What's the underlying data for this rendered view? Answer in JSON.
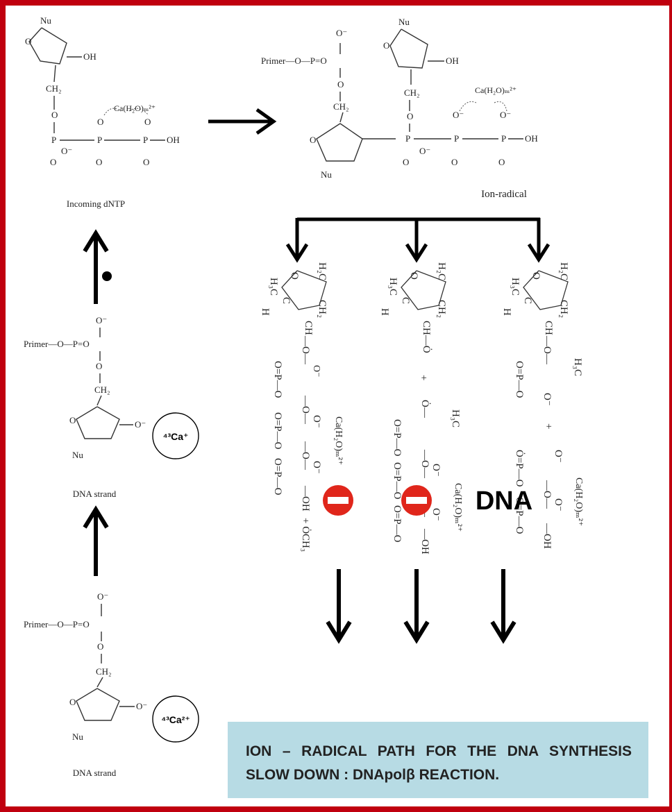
{
  "labels": {
    "incoming": "Incoming dNTP",
    "ion_radical": "Ion-radical",
    "dna_strand_mid": "DNA strand",
    "dna_strand_bottom": "DNA strand",
    "dna_result": "DNA"
  },
  "chem": {
    "nu": "Nu",
    "oh": "OH",
    "ch2": "CH₂",
    "ca_complex": "Ca(H₂O)ₘ²⁺",
    "primer_group": "Primer—O—P=O",
    "o_minus": "O⁻",
    "o": "O",
    "p": "P",
    "h3c": "H₃C",
    "h2c": "H₂C",
    "ch": "CH",
    "h": "H",
    "c": "C",
    "och3": "+ ȮCH₃",
    "plus": "+"
  },
  "badges": {
    "ca_plus": "⁴³Ca⁺",
    "ca_2plus": "⁴³Ca²⁺"
  },
  "caption": {
    "line1": "ION – RADICAL  PATH  FOR  THE  DNA  SYNTHESIS",
    "line2": "SLOW  DOWN : DNApolβ  REACTION."
  },
  "colors": {
    "frame": "#c0000f",
    "stop_sign": "#e0261b",
    "caption_bg": "#b7dbe4"
  }
}
